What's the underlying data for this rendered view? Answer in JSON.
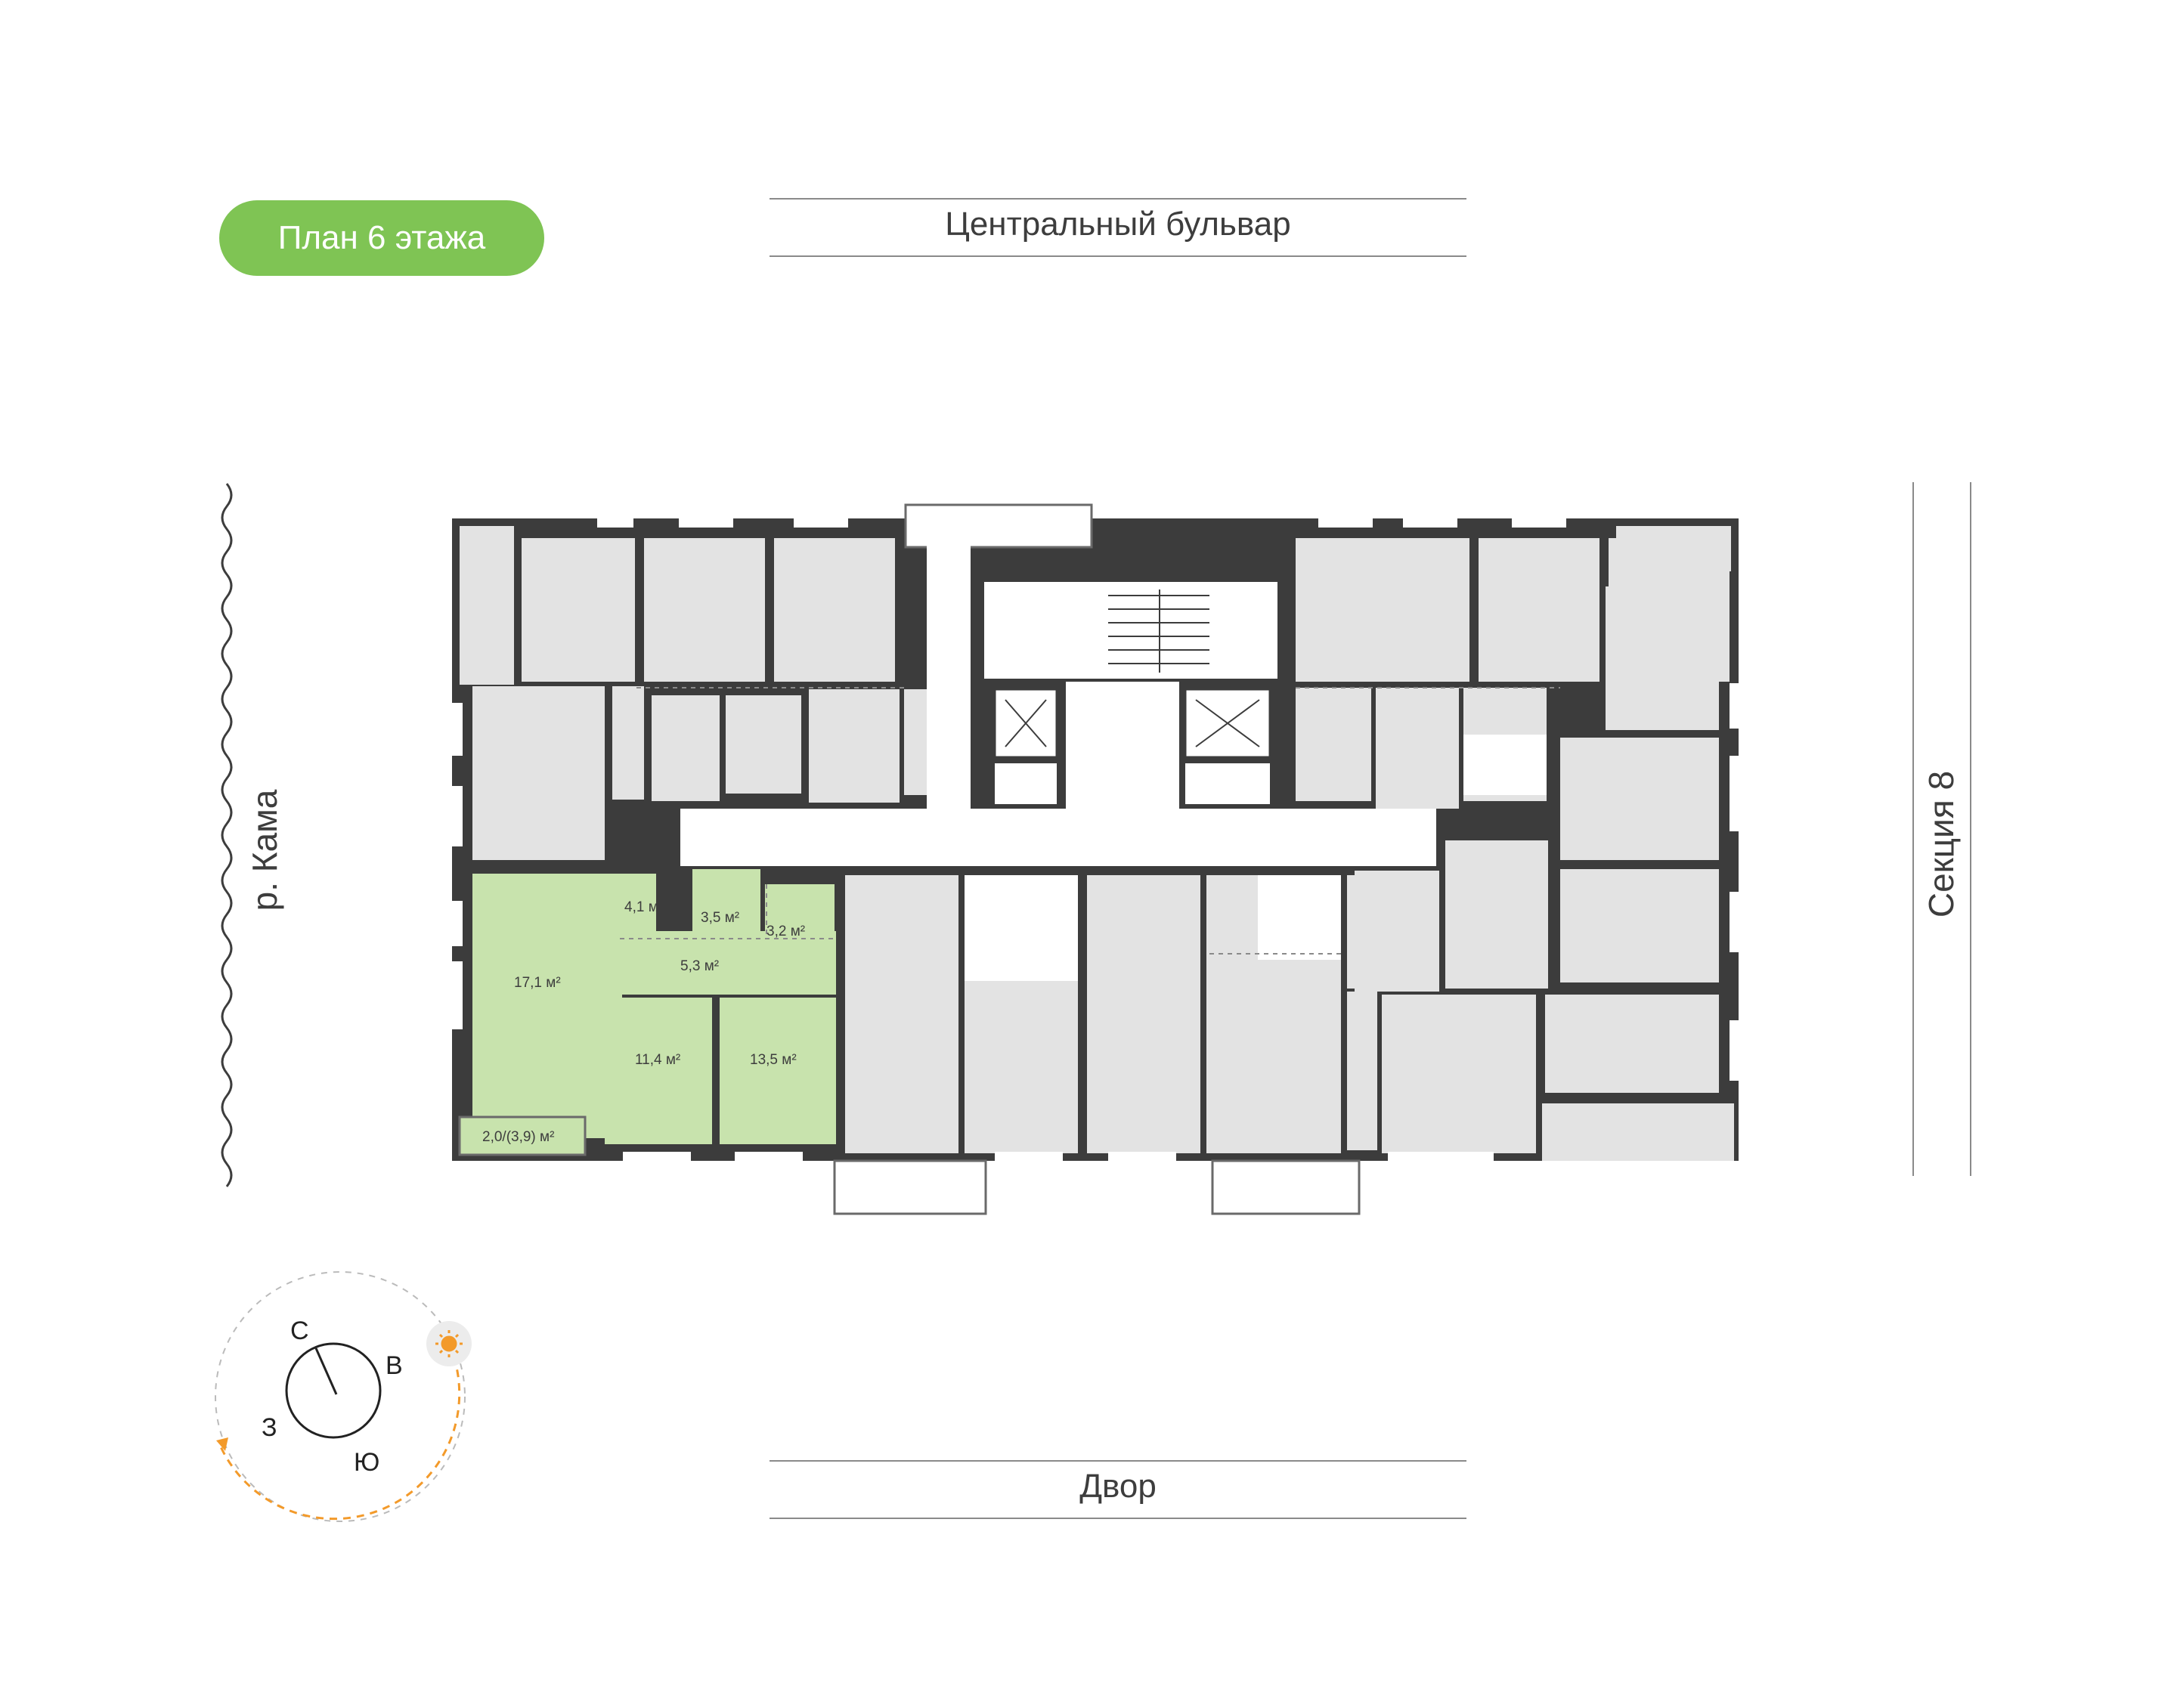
{
  "title": "План 6 этажа",
  "streets": {
    "top": "Центральный бульвар",
    "bottom": "Двор",
    "left": "р. Кама",
    "right": "Секция 8"
  },
  "compass": {
    "north": "С",
    "east": "В",
    "south": "Ю",
    "west": "З"
  },
  "apartment": {
    "rooms": [
      {
        "id": "bath",
        "area": "4,1 м²"
      },
      {
        "id": "hall-upper",
        "area": "3,5 м²"
      },
      {
        "id": "wc",
        "area": "3,2 м²"
      },
      {
        "id": "hall",
        "area": "5,3 м²"
      },
      {
        "id": "living",
        "area": "17,1 м²"
      },
      {
        "id": "bedroom-1",
        "area": "11,4 м²"
      },
      {
        "id": "bedroom-2",
        "area": "13,5 м²"
      },
      {
        "id": "balcony",
        "area": "2,0/(3,9) м²"
      }
    ]
  },
  "colors": {
    "accent": "#7fc454",
    "highlight_fill": "#c8e3ad",
    "room_fill": "#e3e3e3",
    "wall": "#3c3c3c",
    "sun": "#f39a2a"
  }
}
